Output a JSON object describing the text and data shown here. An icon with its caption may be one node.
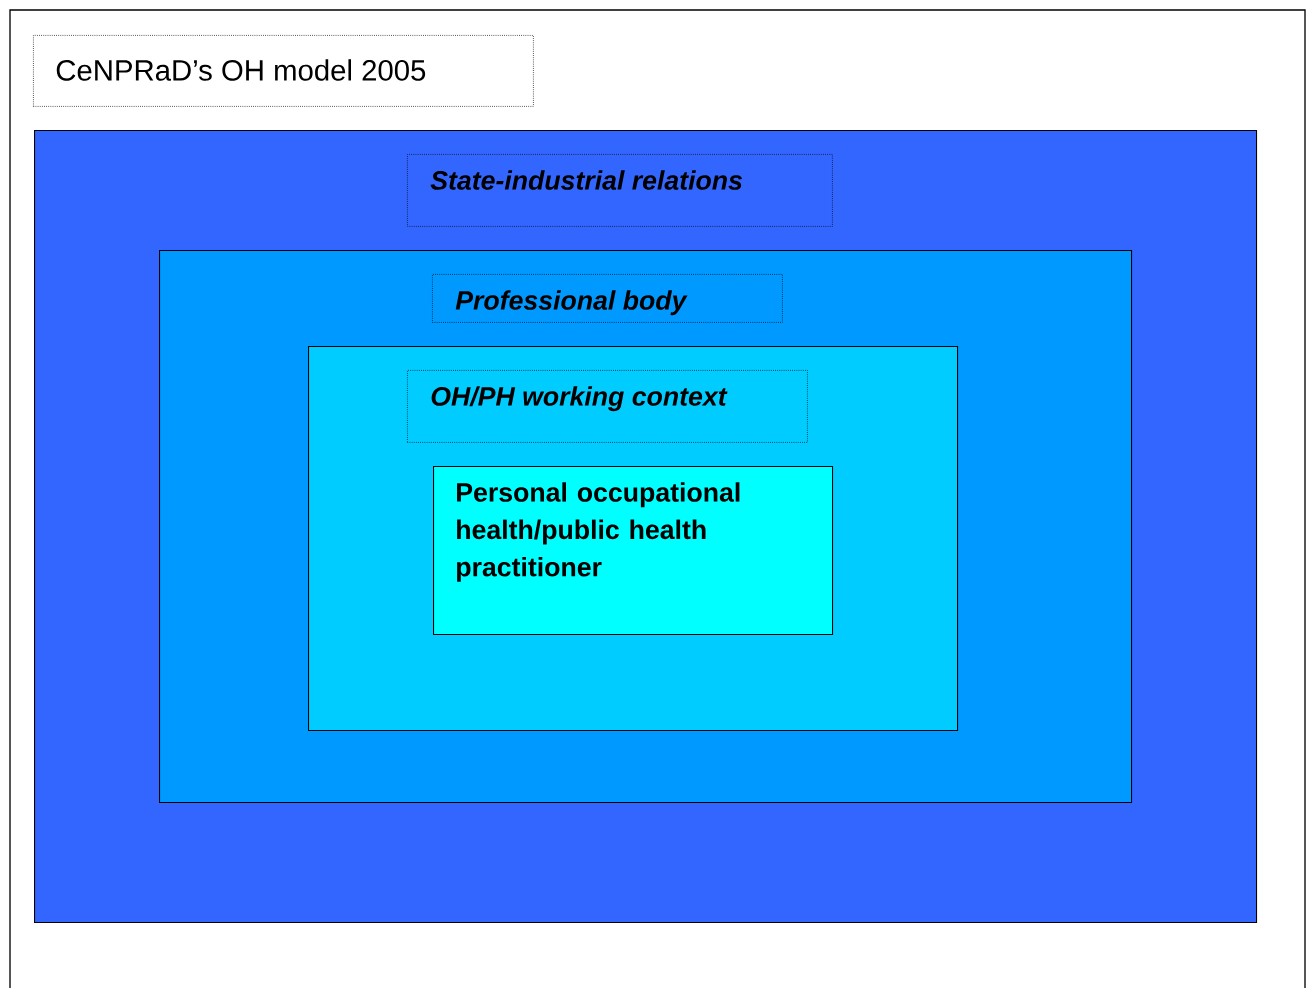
{
  "diagram": {
    "nodes": [
      {
        "text": [
          "CeNPRaD’s OH model 2005"
        ]
      },
      {
        "text": [
          "State-industrial relations"
        ]
      },
      {
        "text": [
          "Professional body"
        ],
        "in": 1
      },
      {
        "text": [
          "OH/PH working context"
        ],
        "in": 2
      },
      {
        "text": [
          "Personal occupational health/public health practitioner"
        ],
        "in": 3
      }
    ]
  }
}
